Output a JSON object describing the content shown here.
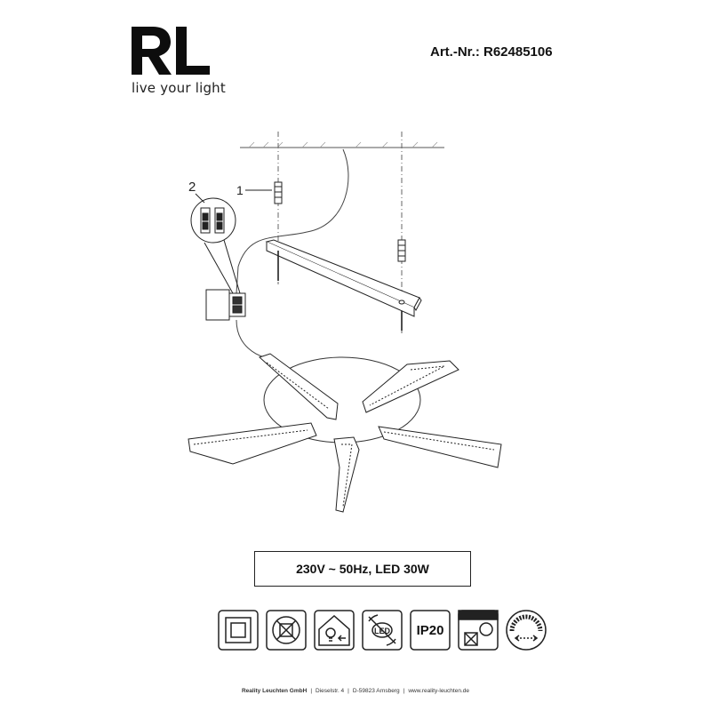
{
  "header": {
    "logo_text": "RL",
    "tagline": "live your light",
    "article_number": "Art.-Nr.: R62485106"
  },
  "drawing": {
    "callout_1": "1",
    "callout_2": "2"
  },
  "spec": {
    "text": "230V ~ 50Hz, LED 30W"
  },
  "icons": [
    {
      "name": "protection-class-2-icon"
    },
    {
      "name": "no-bathroom-icon"
    },
    {
      "name": "indoor-use-icon"
    },
    {
      "name": "led-not-replaceable-icon"
    },
    {
      "name": "ip-rating-icon",
      "label": "IP20"
    },
    {
      "name": "ceiling-mount-icon"
    },
    {
      "name": "dimmable-icon"
    }
  ],
  "footer": {
    "company": "Reality Leuchten GmbH",
    "street": "Dieselstr. 4",
    "city": "D-59823 Arnsberg",
    "website": "www.reality-leuchten.de"
  }
}
